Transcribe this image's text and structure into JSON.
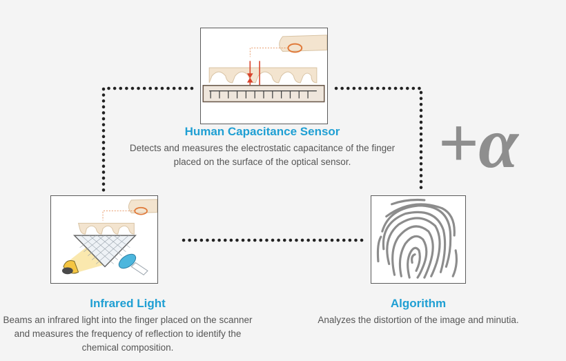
{
  "nodes": {
    "capacitance": {
      "title": "Human Capacitance Sensor",
      "description": "Detects and measures the electrostatic capacitance of the finger placed on the surface of the optical sensor."
    },
    "infrared": {
      "title": "Infrared Light",
      "description": "Beams an infrared light into the finger placed on the scanner and measures the frequency of reflection to identify the chemical composition."
    },
    "algorithm": {
      "title": "Algorithm",
      "description": "Analyzes the distortion of the image and minutia."
    }
  },
  "plus_alpha": {
    "symbol": "+α",
    "color": "#8e8e8e"
  },
  "colors": {
    "title": "#1f9fd3",
    "text": "#555555",
    "connector": "#222222",
    "accent_orange": "#e07a3a",
    "sensor_red": "#d9432b",
    "lens_blue": "#4cb6dd",
    "light_yellow": "#f5c542"
  },
  "icons": {
    "capacitance": "capacitance-sensor-icon",
    "infrared": "infrared-prism-icon",
    "algorithm": "fingerprint-icon"
  }
}
